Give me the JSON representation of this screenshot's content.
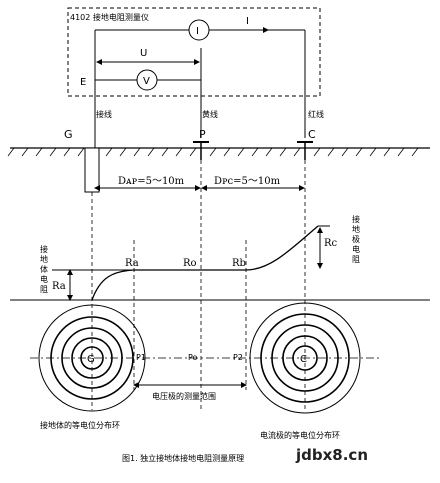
{
  "instrument": {
    "title": "4102 接地电阻测量仪",
    "meter_i": "I",
    "meter_v": "V",
    "current_label": "I",
    "voltage_label": "U",
    "e_terminal": "E"
  },
  "electrodes": {
    "g": "G",
    "p": "P",
    "c": "C",
    "g_wire": "接线",
    "p_wire": "黄线",
    "c_wire": "红线"
  },
  "distances": {
    "d_gp": "Dᴀᴘ=5～10m",
    "d_pc": "Dᴘᴄ=5～10m"
  },
  "resistance_curve": {
    "left_axis_label": [
      "接",
      "地",
      "体",
      "电",
      "阻"
    ],
    "right_axis_label": [
      "接",
      "地",
      "极",
      "电",
      "阻"
    ],
    "ra_small": "Ra",
    "ro": "Ro",
    "rb": "Rb",
    "ra_big": "Ra",
    "rc": "Rc"
  },
  "rings": {
    "g_center": "G",
    "c_center": "C",
    "p1": "P1",
    "po": "Po",
    "p2": "P2",
    "range_label": "电压极的测量范围",
    "left_caption": "接地体的等电位分布环",
    "right_caption": "电流极的等电位分布环"
  },
  "figure_caption": "图1. 独立接地体接地电阻测量原理",
  "watermark": "jdbx8.cn"
}
